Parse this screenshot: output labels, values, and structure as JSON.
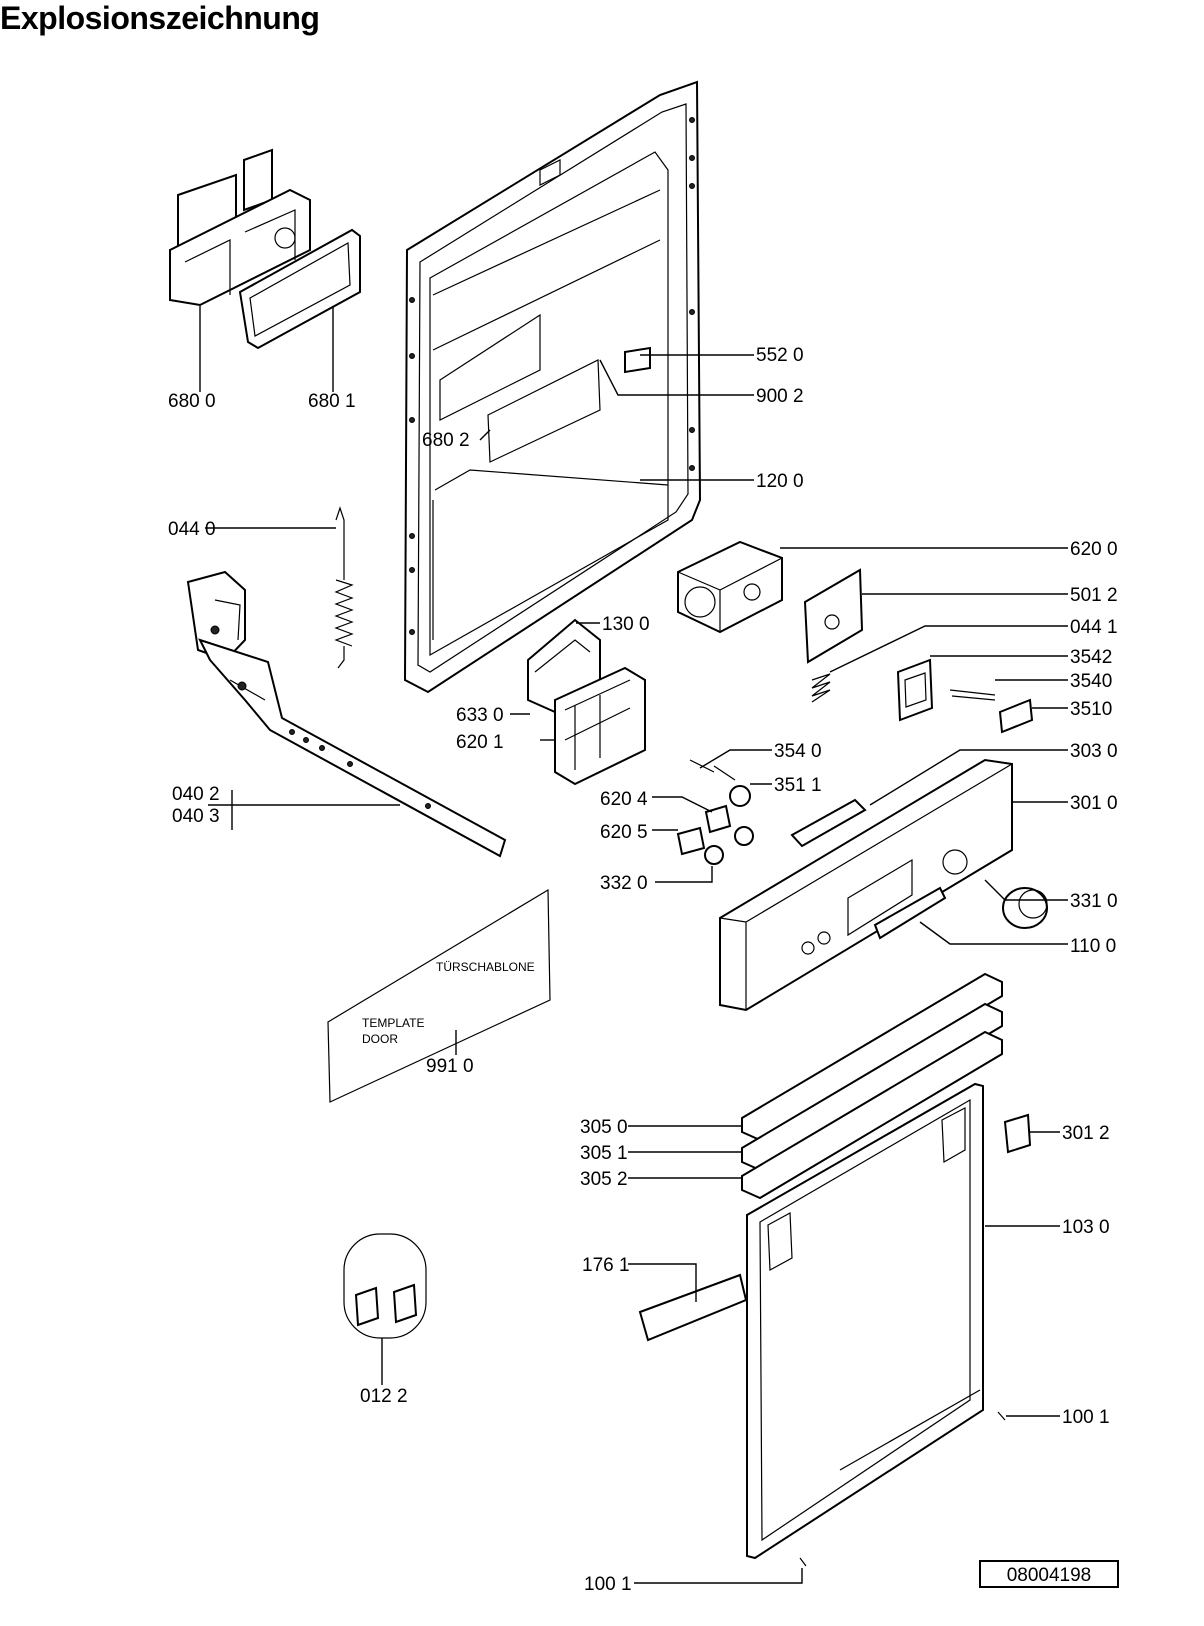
{
  "title": "Explosionszeichnung",
  "reference_number": "08004198",
  "template_labels": {
    "de": "TÜRSCHABLONE",
    "en_line1": "TEMPLATE",
    "en_line2": "DOOR"
  },
  "part_labels": {
    "p6800": "680 0",
    "p6801": "680 1",
    "p6802": "680 2",
    "p5520": "552 0",
    "p9002": "900 2",
    "p1200": "120 0",
    "p0440": "044 0",
    "p6200": "620 0",
    "p5012": "501 2",
    "p1300": "130 0",
    "p0441": "044 1",
    "p3542": "3542",
    "p3540": "3540",
    "p6330": "633 0",
    "p3510": "3510",
    "p6201": "620 1",
    "p3540b": "354 0",
    "p3030": "303 0",
    "p3511": "351 1",
    "p0402": "040 2",
    "p0403": "040 3",
    "p6204": "620 4",
    "p3010": "301 0",
    "p6205": "620 5",
    "p3320": "332 0",
    "p3310": "331 0",
    "p1100": "110 0",
    "p9910": "991 0",
    "p3050": "305 0",
    "p3051": "305 1",
    "p3052": "305 2",
    "p3012": "301 2",
    "p1030": "103 0",
    "p1761": "176 1",
    "p0122": "012 2",
    "p1001a": "100 1",
    "p1001b": "100 1"
  }
}
